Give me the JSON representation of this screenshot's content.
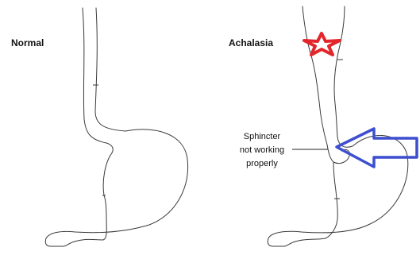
{
  "panels": {
    "normal": {
      "title": "Normal"
    },
    "achalasia": {
      "title": "Achalasia"
    }
  },
  "callout": {
    "lines": [
      "Sphincter",
      "not working",
      "properly"
    ]
  },
  "colors": {
    "outline": "#3a3a3a",
    "star": "#e3262b",
    "arrow": "#3d4fcf"
  },
  "icons": {
    "star": "star-icon",
    "arrow": "left-arrow-icon"
  }
}
